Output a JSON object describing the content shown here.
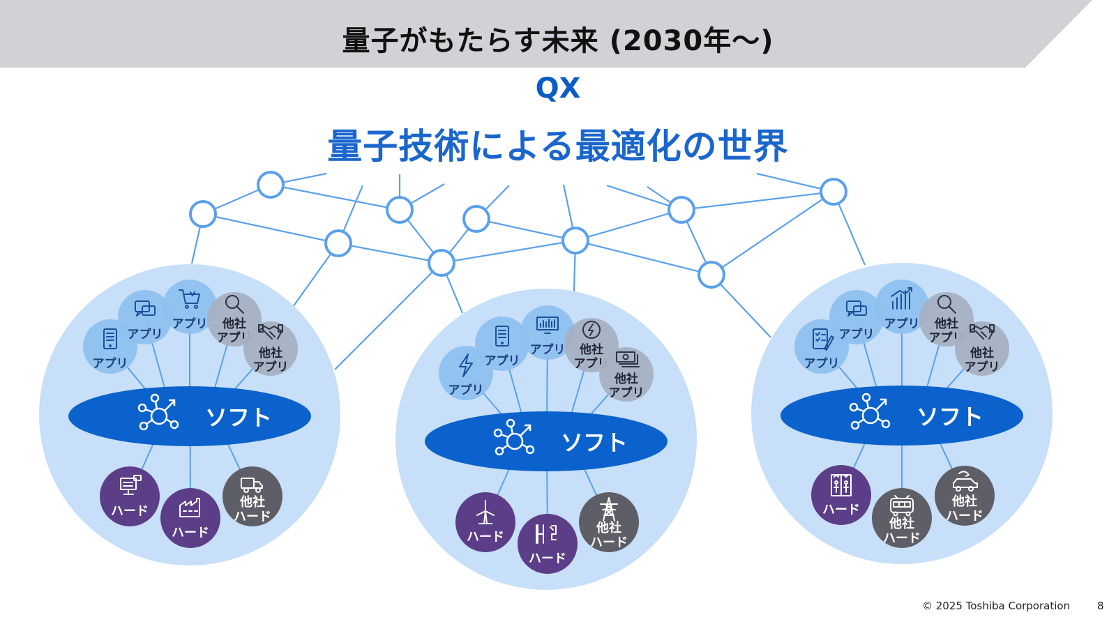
{
  "header": {
    "title": "量子がもたらす未来 (2030年〜)"
  },
  "subtitle": {
    "line1": "QX",
    "line2": "量子技術による最適化の世界"
  },
  "colors": {
    "header_band": "#d1d1d6",
    "accent_blue": "#1a66cc",
    "network_line": "#5aa0ec",
    "group_bg": "#c7dff8",
    "app_bubble": "#8fc0ef",
    "other_bubble": "#a6b1c2",
    "soft_ellipse": "#0b62cc",
    "hard_circle": "#5b3e87",
    "other_hard_circle": "#5e5e66"
  },
  "groups": [
    {
      "soft_label": "ソフト",
      "apps": [
        {
          "icon": "tablet-icon",
          "label": "アプリ"
        },
        {
          "icon": "chat-icon",
          "label": "アプリ"
        },
        {
          "icon": "cart-icon",
          "label": "アプリ"
        }
      ],
      "other_apps": [
        {
          "icon": "search-icon",
          "label1": "他社",
          "label2": "アプリ"
        },
        {
          "icon": "handshake-icon",
          "label1": "他社",
          "label2": "アプリ"
        }
      ],
      "hards": [
        {
          "icon": "computer-icon",
          "label": "ハード"
        },
        {
          "icon": "factory-icon",
          "label": "ハード"
        }
      ],
      "other_hards": [
        {
          "icon": "truck-icon",
          "label1": "他社",
          "label2": "ハード"
        }
      ]
    },
    {
      "soft_label": "ソフト",
      "apps": [
        {
          "icon": "lightning-icon",
          "label": "アプリ"
        },
        {
          "icon": "tablet-icon",
          "label": "アプリ"
        },
        {
          "icon": "monitor-chart-icon",
          "label": "アプリ"
        }
      ],
      "other_apps": [
        {
          "icon": "power-cycle-icon",
          "label1": "他社",
          "label2": "アプリ"
        },
        {
          "icon": "money-icon",
          "label1": "他社",
          "label2": "アプリ"
        }
      ],
      "hards": [
        {
          "icon": "wind-turbine-icon",
          "label": "ハード"
        },
        {
          "icon": "hydrogen-icon",
          "label": "ハード"
        }
      ],
      "other_hards": [
        {
          "icon": "power-tower-icon",
          "label1": "他社",
          "label2": "ハード"
        }
      ]
    },
    {
      "soft_label": "ソフト",
      "apps": [
        {
          "icon": "checklist-icon",
          "label": "アプリ"
        },
        {
          "icon": "chat-icon",
          "label": "アプリ"
        },
        {
          "icon": "bar-chart-icon",
          "label": "アプリ"
        }
      ],
      "other_apps": [
        {
          "icon": "search-icon",
          "label1": "他社",
          "label2": "アプリ"
        },
        {
          "icon": "handshake-icon",
          "label1": "他社",
          "label2": "アプリ"
        }
      ],
      "hards": [
        {
          "icon": "elevator-icon",
          "label": "ハード"
        }
      ],
      "other_hards": [
        {
          "icon": "bus-icon",
          "label1": "他社",
          "label2": "ハード"
        },
        {
          "icon": "ev-car-icon",
          "label1": "他社",
          "label2": "ハード"
        }
      ]
    }
  ],
  "footer": {
    "copyright": "© 2025 Toshiba Corporation",
    "page": "8"
  }
}
